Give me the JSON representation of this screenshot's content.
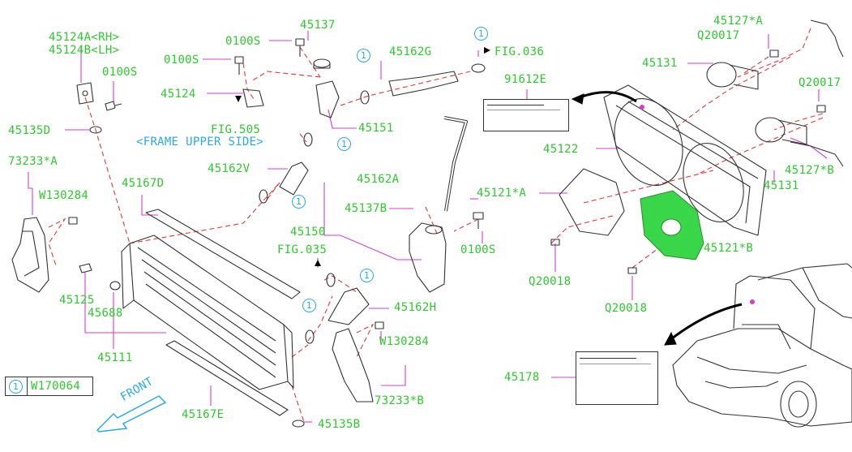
{
  "colors": {
    "label_green": "#2ec92e",
    "ref_blue": "#2aa9e6",
    "leader_magenta": "#d23cd2",
    "dashed_red": "#e03a3a",
    "part_line": "#333333",
    "fan_highlight": "#39d64a"
  },
  "labels": {
    "p45124a_rh": "45124A<RH>",
    "p45124b_lh": "45124B<LH>",
    "p0100s_a": "0100S",
    "p0100s_b": "0100S",
    "p0100s_c": "0100S",
    "p0100s_d": "0100S",
    "p45137": "45137",
    "p45162g": "45162G",
    "fig036": "FIG.036",
    "p45124": "45124",
    "p91612e": "91612E",
    "p45135d": "45135D",
    "fig505": "FIG.505",
    "frame_upper_side": "<FRAME UPPER SIDE>",
    "p45151": "45151",
    "p73233a": "73233*A",
    "p45162v": "45162V",
    "w130284_a": "W130284",
    "p45167d": "45167D",
    "p45162a": "45162A",
    "p45137b": "45137B",
    "p45150": "45150",
    "fig035": "FIG.035",
    "p45125": "45125",
    "p45688": "45688",
    "p45162h": "45162H",
    "w130284_b": "W130284",
    "p45111": "45111",
    "p73233b": "73233*B",
    "p45167e": "45167E",
    "p45135b": "45135B",
    "front": "FRONT",
    "p45127a": "45127*A",
    "q20017_a": "Q20017",
    "p45131_a": "45131",
    "q20017_b": "Q20017",
    "p45122": "45122",
    "p45127b": "45127*B",
    "p45131_b": "45131",
    "p45121a": "45121*A",
    "p45121b": "45121*B",
    "q20018_a": "Q20018",
    "q20018_b": "Q20018",
    "p45178": "45178"
  },
  "ref_marks": {
    "one": "1"
  },
  "legend": {
    "code": "W170064"
  }
}
